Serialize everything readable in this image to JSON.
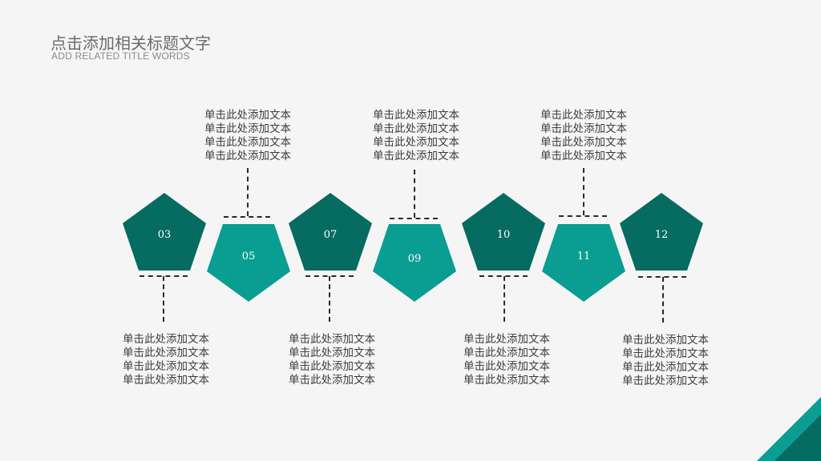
{
  "header": {
    "title": "点击添加相关标题文字",
    "subtitle": "ADD RELATED TITLE WORDS"
  },
  "colors": {
    "dark_green": "#066b60",
    "teal": "#0a9d92",
    "dash": "#2a2a2a"
  },
  "nodes": [
    {
      "label": "03",
      "style": "dark"
    },
    {
      "label": "05",
      "style": "teal"
    },
    {
      "label": "07",
      "style": "dark"
    },
    {
      "label": "09",
      "style": "teal"
    },
    {
      "label": "10",
      "style": "dark"
    },
    {
      "label": "11",
      "style": "teal"
    },
    {
      "label": "12",
      "style": "dark"
    }
  ],
  "top_texts": [
    {
      "lines": [
        "单击此处添加文本",
        "单击此处添加文本",
        "单击此处添加文本",
        "单击此处添加文本"
      ]
    },
    {
      "lines": [
        "单击此处添加文本",
        "单击此处添加文本",
        "单击此处添加文本",
        "单击此处添加文本"
      ]
    },
    {
      "lines": [
        "单击此处添加文本",
        "单击此处添加文本",
        "单击此处添加文本",
        "单击此处添加文本"
      ]
    }
  ],
  "bottom_texts": [
    {
      "lines": [
        "单击此处添加文本",
        "单击此处添加文本",
        "单击此处添加文本",
        "单击此处添加文本"
      ]
    },
    {
      "lines": [
        "单击此处添加文本",
        "单击此处添加文本",
        "单击此处添加文本",
        "单击此处添加文本"
      ]
    },
    {
      "lines": [
        "单击此处添加文本",
        "单击此处添加文本",
        "单击此处添加文本",
        "单击此处添加文本"
      ]
    },
    {
      "lines": [
        "单击此处添加文本",
        "单击此处添加文本",
        "单击此处添加文本",
        "单击此处添加文本"
      ]
    }
  ]
}
